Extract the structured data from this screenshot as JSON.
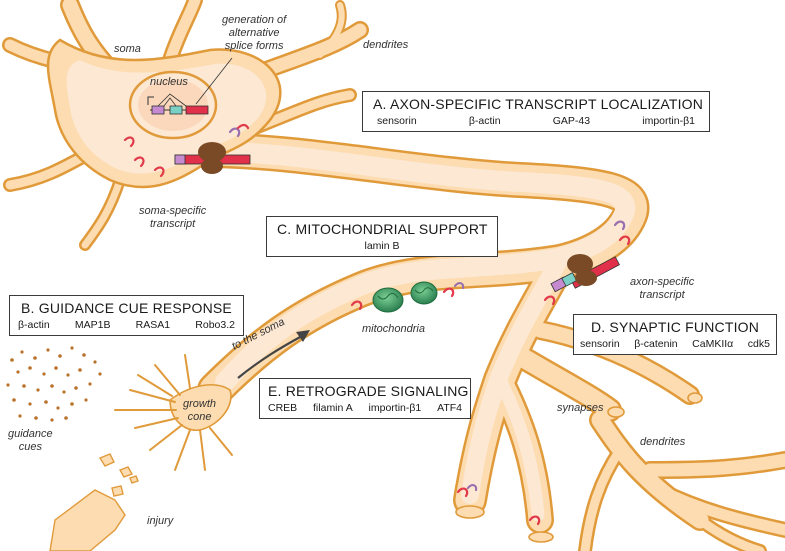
{
  "labels": {
    "soma": "soma",
    "nucleus": "nucleus",
    "generation": "generation of\nalternative\nsplice forms",
    "dendrites_top": "dendrites",
    "soma_specific": "soma-specific\ntranscript",
    "axon_specific": "axon-specific\ntranscript",
    "mitochondria": "mitochondria",
    "to_the_soma": "to the soma",
    "growth_cone": "growth\ncone",
    "guidance_cues": "guidance\ncues",
    "injury": "injury",
    "synapses": "synapses",
    "dendrites_bottom": "dendrites"
  },
  "boxes": {
    "a": {
      "title": "A. AXON-SPECIFIC TRANSCRIPT LOCALIZATION",
      "items": [
        "sensorin",
        "β-actin",
        "GAP-43",
        "importin-β1"
      ]
    },
    "c": {
      "title": "C. MITOCHONDRIAL SUPPORT",
      "items": [
        "lamin B"
      ]
    },
    "b": {
      "title": "B. GUIDANCE CUE RESPONSE",
      "items": [
        "β-actin",
        "MAP1B",
        "RASA1",
        "Robo3.2"
      ]
    },
    "d": {
      "title": "D. SYNAPTIC FUNCTION",
      "items": [
        "sensorin",
        "β-catenin",
        "CaMKIIα",
        "cdk5"
      ]
    },
    "e": {
      "title": "E. RETROGRADE SIGNALING",
      "items": [
        "CREB",
        "filamin A",
        "importin-β1",
        "ATF4"
      ]
    }
  },
  "colors": {
    "cell_fill": "#fcdcb0",
    "cell_outline": "#e09a3a",
    "inner_fill": "#fde8d3",
    "ribosome": "#7a4a26",
    "mito": "#2e8b57",
    "mrna_red": "#e23a4a",
    "mrna_purple": "#9a6fb0",
    "cue_dots": "#b8722c",
    "transcript_red": "#e0304a",
    "transcript_teal": "#4aa89a"
  }
}
